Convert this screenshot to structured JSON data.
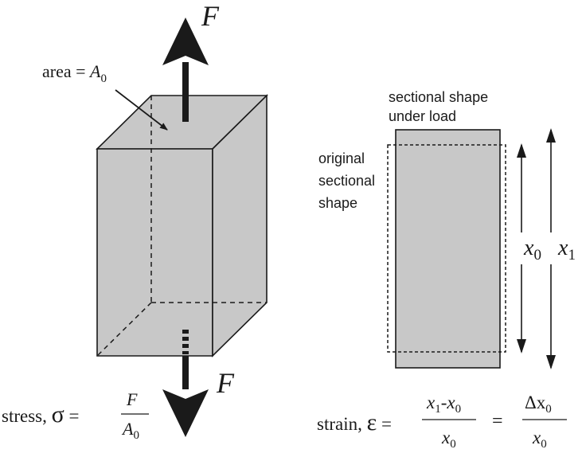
{
  "colors": {
    "box_fill": "#c8c8c8",
    "line": "#1a1a1a",
    "text": "#1a1a1a",
    "background": "#ffffff"
  },
  "force": {
    "symbol": "F"
  },
  "area": {
    "label": "area = ",
    "symbol": "A",
    "subscript": "0"
  },
  "section": {
    "under_load_line1": "sectional shape",
    "under_load_line2": "under load",
    "original_line1": "original",
    "original_line2": "sectional",
    "original_line3": "shape",
    "x0_symbol": "x",
    "x0_sub": "0",
    "x1_symbol": "x",
    "x1_sub": "1"
  },
  "stress": {
    "label": "stress, ",
    "symbol": "σ",
    "equals": " =",
    "numerator": "F",
    "denominator_symbol": "A",
    "denominator_sub": "0"
  },
  "strain": {
    "label": "strain, ",
    "symbol": "ε",
    "equals": " =",
    "num1_x": "x",
    "num1_sub1": "1",
    "num1_minus": "-x",
    "num1_sub0": "0",
    "den1_x": "x",
    "den1_sub": "0",
    "mid_equals": "=",
    "num2_delta": "Δx",
    "num2_sub": "0",
    "den2_x": "x",
    "den2_sub": "0"
  }
}
